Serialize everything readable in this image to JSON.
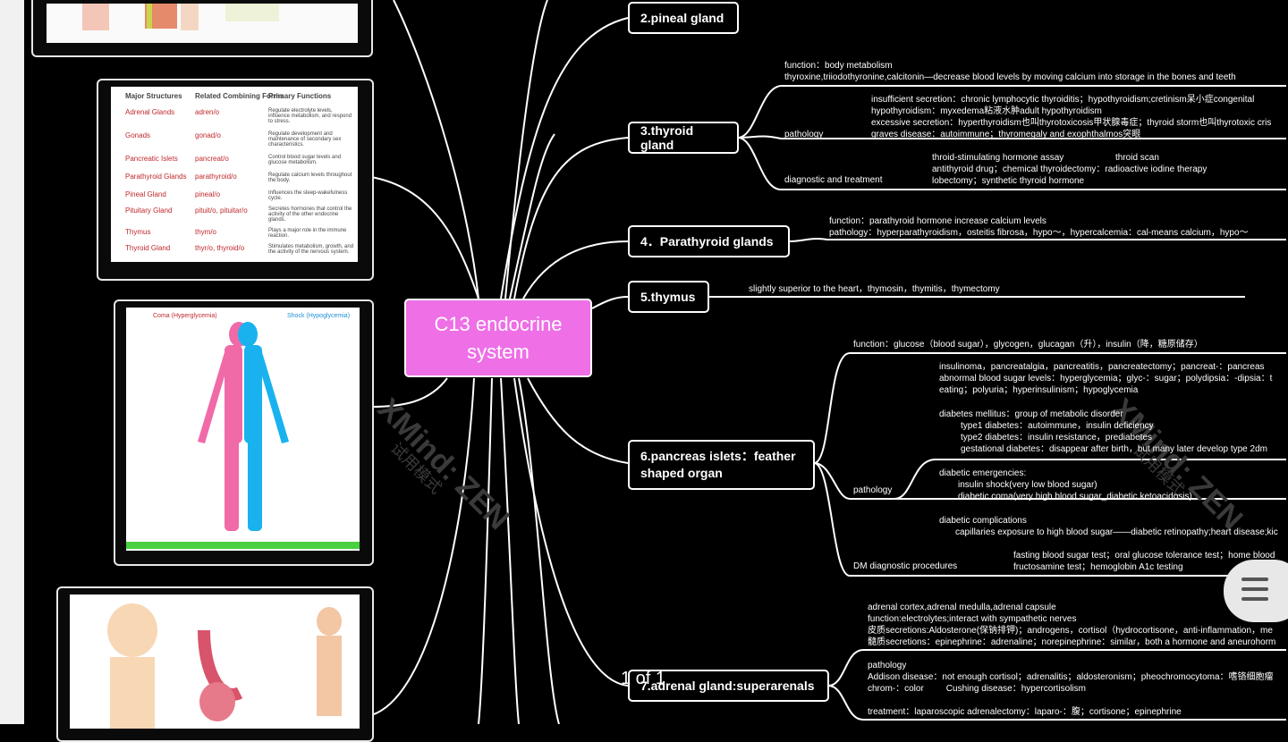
{
  "root": {
    "line1": "C13 endocrine",
    "line2": "system"
  },
  "topics": {
    "pineal": "2.pineal gland",
    "thyroid": "3.thyroid gland",
    "parathyroid": "4．Parathyroid glands",
    "thymus": "5.thymus",
    "pancreas_l1": "6.pancreas islets：feather",
    "pancreas_l2": "shaped organ",
    "adrenal": "7.adrenal gland:superarenals"
  },
  "thyroid": {
    "function_l1": "function：body metabolism",
    "function_l2": "thyroxine,triiodothyronine,calcitonin—decrease blood levels by moving calcium into storage in the bones and teeth",
    "pathology_label": "pathology",
    "pathology_lines": [
      "insufficient secretion：chronic lymphocytic thyroiditis；hypothyroidism;cretinism呆小症congenital",
      "hypothyroidism：myxedema粘液水肿adult hypothyroidism",
      "excessive secretion：hyperthyroidism也叫thyrotoxicosis甲状腺毒症；thyroid storm也叫thyrotoxic cris",
      "graves disease：autoimmune；thyromegaly and exophthalmos突眼"
    ],
    "dx_label": "diagnostic and treatment",
    "dx_l1a": "throid-stimulating hormone assay",
    "dx_l1b": "throid scan",
    "dx_l2": "antithyroid drug；chemical thyroidectomy：radioactive iodine therapy",
    "dx_l3": "lobectomy；synthetic thyroid hormone"
  },
  "parathyroid": {
    "l1": "function：parathyroid hormone increase calcium levels",
    "l2": "pathology：hyperparathyroidism，osteitis fibrosa，hypo～，hypercalcemia：cal-means calcium，hypo～"
  },
  "thymus": {
    "l1": "slightly superior to the heart，thymosin，thymitis，thymectomy"
  },
  "pancreas": {
    "function": "function：glucose（blood sugar），glycogen，glucagan（升），insulin（降，糖原储存）",
    "pathology_label": "pathology",
    "group1": [
      "insulinoma，pancreatalgia，pancreatitis，pancreatectomy；pancreat-：pancreas",
      "abnormal blood sugar levels：hyperglycemia；glyc-：sugar；polydipsia：-dipsia：t",
      "eating；polyuria；hyperinsulinism；hypoglycemia"
    ],
    "dm_title": "diabetes mellitus：group of metabolic disorder",
    "dm_items": [
      "type1 diabetes：autoimmune，insulin deficiency",
      "type2 diabetes：insulin resistance，prediabetes",
      "gestational diabetes：disappear after birth，but many later develop type 2dm"
    ],
    "emerg_title": "diabetic emergencies:",
    "emerg_items": [
      "insulin shock(very low blood sugar)",
      "diabetic coma(very high blood sugar_diabetic ketoacidosis)"
    ],
    "comp_title": "diabetic complications",
    "comp_item": "capillaries exposure to high blood sugar——diabetic retinopathy;heart disease;kic",
    "dm_dx_label": "DM diagnostic procedures",
    "dm_dx_l1": "fasting blood sugar test；oral glucose tolerance test；home blood",
    "dm_dx_l2": "fructosamine test；hemoglobin A1c testing"
  },
  "adrenal": {
    "lines": [
      "adrenal cortex,adrenal medulla,adrenal capsule",
      "function:electrolytes;interact with sympathetic nerves",
      "皮质secretions:Aldosterone(保钠排钾)；androgens，cortisol（hydrocortisone，anti-inflammation，me",
      "髓质secretions：epinephrine：adrenaline；norepinephrine：similar，both a hormone and aneurohorm"
    ],
    "pathology_label": "pathology",
    "path_l1": "Addison disease：not enough cortisol；adrenalitis；aldosteronism；pheochromocytoma：嗜铬细胞瘤",
    "path_l2": "chrom-：color         Cushing disease：hypercortisolism",
    "treatment": "treatment：laparoscopic adrenalectomy：laparo-：腹；cortisone；epinephrine"
  },
  "table_image": {
    "headers": [
      "Major Structures",
      "Related Combining Forms",
      "Primary Functions"
    ],
    "rows": [
      [
        "Adrenal Glands",
        "adren/o",
        "Regulate electrolyte levels, influence metabolism, and respond to stress."
      ],
      [
        "Gonads",
        "gonad/o",
        "Regulate development and maintenance of secondary sex characteristics."
      ],
      [
        "Pancreatic Islets",
        "pancreat/o",
        "Control blood sugar levels and glucose metabolism."
      ],
      [
        "Parathyroid Glands",
        "parathyroid/o",
        "Regulate calcium levels throughout the body."
      ],
      [
        "Pineal Gland",
        "pineal/o",
        "Influences the sleep-wakefulness cycle."
      ],
      [
        "Pituitary Gland",
        "pituit/o, pituitar/o",
        "Secretes hormones that control the activity of the other endocrine glands."
      ],
      [
        "Thymus",
        "thym/o",
        "Plays a major role in the immune reaction."
      ],
      [
        "Thyroid Gland",
        "thyr/o, thyroid/o",
        "Stimulates metabolism, growth, and the activity of the nervous system."
      ]
    ]
  },
  "body_image": {
    "left_title": "Coma (Hyperglycemia)",
    "right_title": "Shock (Hypoglycemia)"
  },
  "watermark": {
    "left": "XMind: ZEN",
    "left_sub": "试用模式",
    "right": "XMind: ZEN",
    "right_sub": "试用模式"
  },
  "pager": "1 of 1",
  "colors": {
    "root_bg": "#ee6fe6",
    "background": "#000000",
    "line": "#ffffff"
  }
}
